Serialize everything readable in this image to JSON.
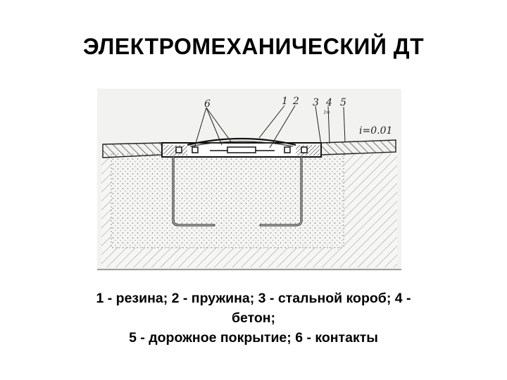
{
  "slide": {
    "title": "ЭЛЕКТРОМЕХАНИЧЕСКИЙ ДТ"
  },
  "figure": {
    "callouts": [
      "6",
      "1",
      "2",
      "3",
      "4",
      "5"
    ],
    "slope_small": "i=",
    "slope_label": "i=0.01"
  },
  "caption": {
    "line1": "1 - резина; 2 - пружина; 3 - стальной короб; 4 -",
    "line2": "бетон;",
    "line3": "5 - дорожное покрытие; 6 - контакты"
  }
}
